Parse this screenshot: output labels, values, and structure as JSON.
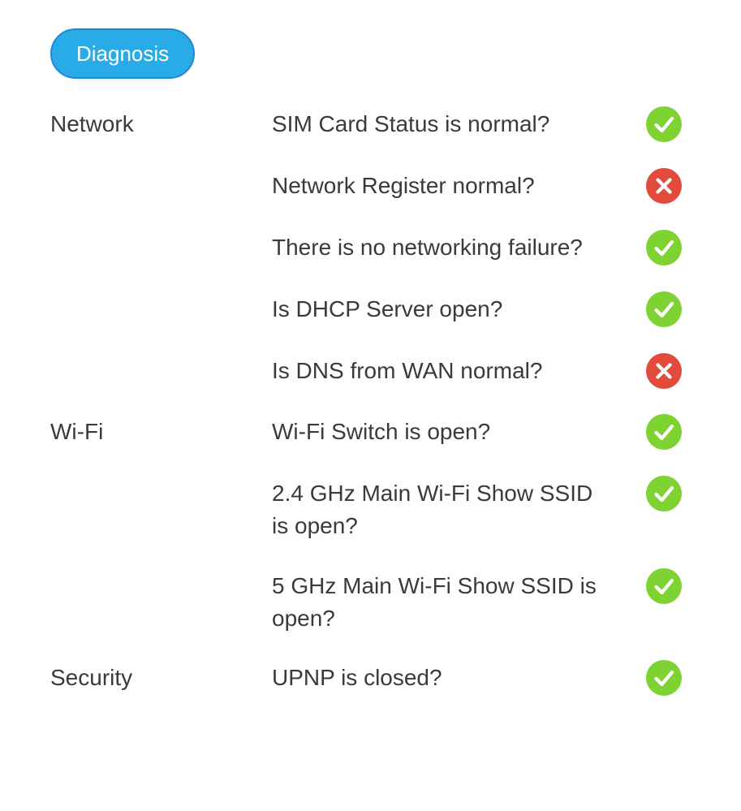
{
  "page": {
    "background": "#ffffff",
    "text_color": "#3a3a3c"
  },
  "diagnosis_tab": {
    "label": "Diagnosis",
    "fill": "#29abe8",
    "border": "#1c89d4",
    "text_color": "#ffffff"
  },
  "status_colors": {
    "pass": "#7ed332",
    "fail": "#e24a3c"
  },
  "status_icons": {
    "pass": "check-circle-icon",
    "fail": "x-circle-icon"
  },
  "sections": [
    {
      "label": "Network",
      "items": [
        {
          "text": "SIM Card Status is normal?",
          "status": "pass"
        },
        {
          "text": "Network Register normal?",
          "status": "fail"
        },
        {
          "text": "There is no networking failure?",
          "status": "pass"
        },
        {
          "text": "Is DHCP Server open?",
          "status": "pass"
        },
        {
          "text": "Is DNS from WAN normal?",
          "status": "fail"
        }
      ]
    },
    {
      "label": "Wi-Fi",
      "items": [
        {
          "text": "Wi-Fi Switch is open?",
          "status": "pass"
        },
        {
          "text": "2.4 GHz Main Wi-Fi Show SSID is open?",
          "status": "pass"
        },
        {
          "text": "5 GHz Main Wi-Fi Show SSID is open?",
          "status": "pass"
        }
      ]
    },
    {
      "label": "Security",
      "items": [
        {
          "text": "UPNP is closed?",
          "status": "pass"
        }
      ]
    }
  ]
}
